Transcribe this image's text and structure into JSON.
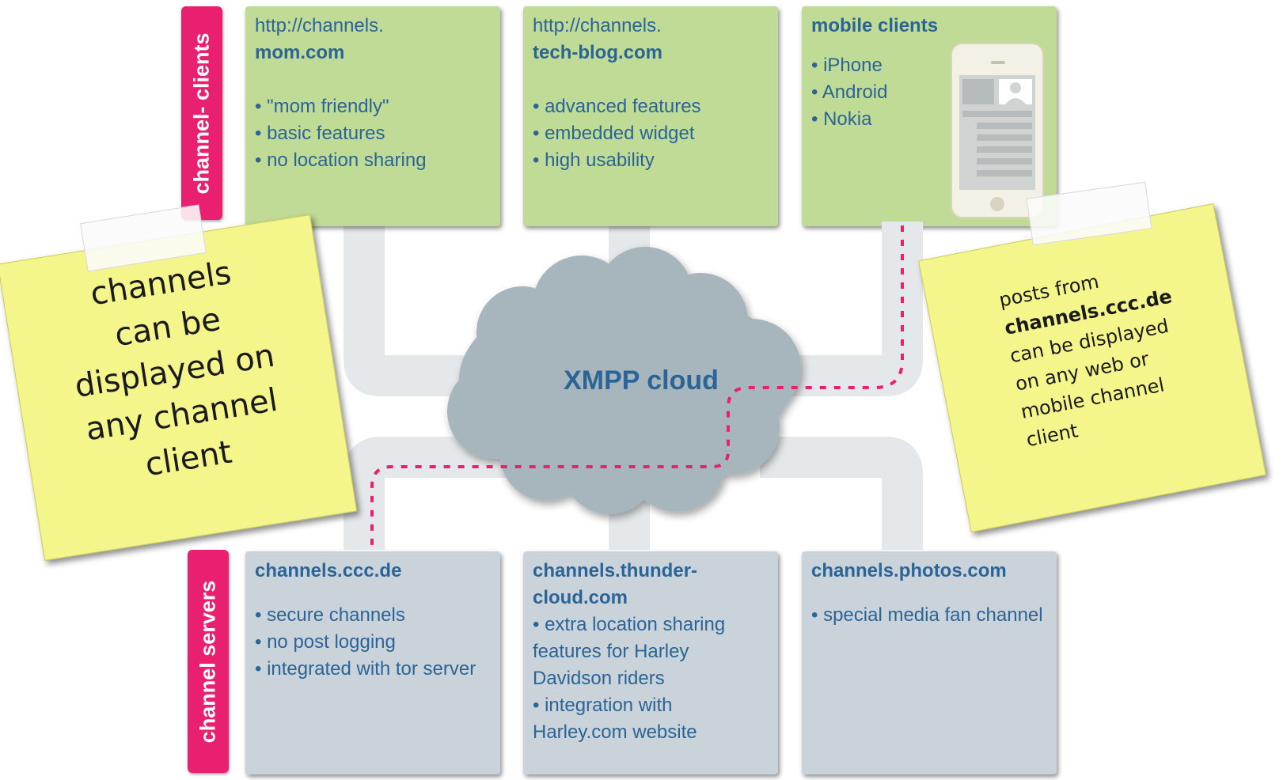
{
  "labels": {
    "clients": "channel- clients",
    "servers": "channel servers"
  },
  "clients": [
    {
      "url_prefix": "http://channels.",
      "title": "mom.com",
      "bullets": [
        "\"mom friendly\"",
        "basic features",
        "no location sharing"
      ]
    },
    {
      "url_prefix": "http://channels.",
      "title": "tech-blog.com",
      "bullets": [
        "advanced features",
        "embedded widget",
        "high usability"
      ]
    },
    {
      "title": "mobile clients",
      "bullets": [
        "iPhone",
        "Android",
        "Nokia"
      ]
    }
  ],
  "cloud": {
    "label": "XMPP cloud"
  },
  "servers": [
    {
      "title": "channels.ccc.de",
      "bullets": [
        "secure channels",
        "no post logging",
        "integrated with tor server"
      ]
    },
    {
      "title": "channels.thunder-cloud.com",
      "bullets": [
        "extra location sharing features for Harley Davidson riders",
        "integration with Harley.com website"
      ]
    },
    {
      "title": "channels.photos.com",
      "bullets": [
        "special media fan channel"
      ]
    }
  ],
  "notes": {
    "left": [
      "channels",
      "can be",
      "displayed on",
      "any channel",
      "client"
    ],
    "right": {
      "line1": "posts from",
      "strong": "channels.ccc.de",
      "rest": [
        "can be displayed",
        "on any web or",
        "mobile channel",
        "client"
      ]
    }
  },
  "colors": {
    "accent_pink": "#e8206f",
    "client_box": "#c0db95",
    "server_box": "#c9d3d9",
    "text_blue": "#2b6496",
    "cloud": "#a7b6bd",
    "connector": "#e5e8ea",
    "note_yellow": "#f4f68c"
  }
}
